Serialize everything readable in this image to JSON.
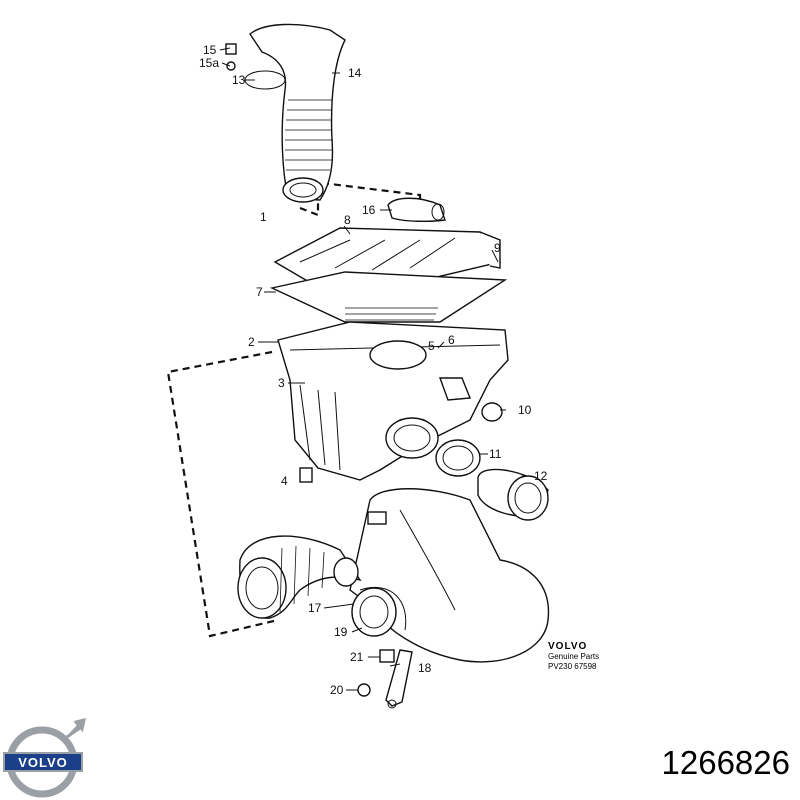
{
  "diagram": {
    "callouts": {
      "c1": "1",
      "c2": "2",
      "c3": "3",
      "c4": "4",
      "c5": "5",
      "c6": "6",
      "c7": "7",
      "c8": "8",
      "c9": "9",
      "c10": "10",
      "c11": "11",
      "c12": "12",
      "c13": "13",
      "c14": "14",
      "c15": "15",
      "c15a": "15a",
      "c16": "16",
      "c17": "17",
      "c18": "18",
      "c19": "19",
      "c20": "20",
      "c21": "21"
    },
    "stamp": {
      "brand": "VOLVO",
      "subtitle": "Genuine Parts",
      "code": "PV230 67598"
    }
  },
  "footer": {
    "logo_text": "VOLVO",
    "part_number": "1266826"
  },
  "colors": {
    "line": "#111111",
    "logo_blue": "#1c3f8a",
    "logo_silver": "#9aa0a6"
  }
}
